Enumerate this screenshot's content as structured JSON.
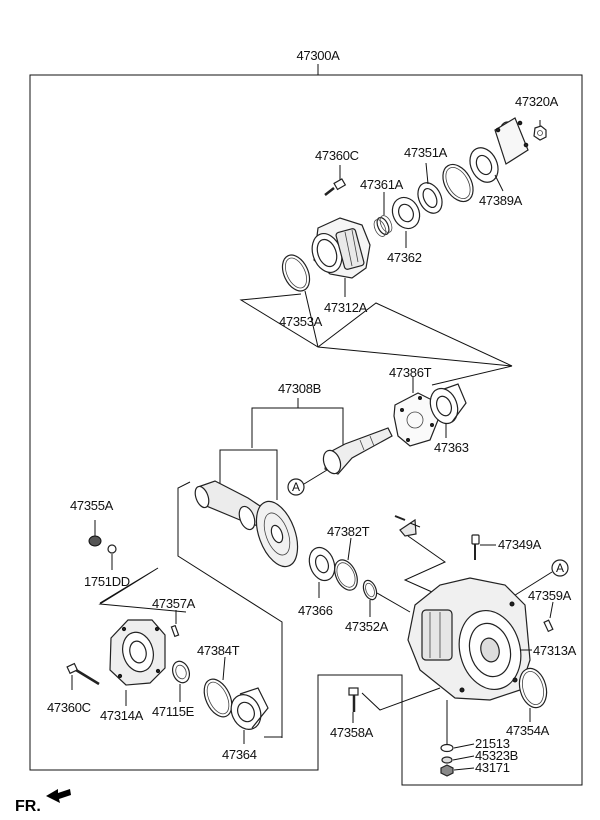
{
  "assembly": "47300A",
  "labels": {
    "p47320A": "47320A",
    "p47360C_top": "47360C",
    "p47351A": "47351A",
    "p47361A": "47361A",
    "p47389A": "47389A",
    "p47362": "47362",
    "p47312A": "47312A",
    "p47353A": "47353A",
    "p47308B": "47308B",
    "p47386T": "47386T",
    "p47363": "47363",
    "p47355A": "47355A",
    "p47382T": "47382T",
    "p47349A": "47349A",
    "p1751DD": "1751DD",
    "p47357A": "47357A",
    "p47359A": "47359A",
    "p47366": "47366",
    "p47352A": "47352A",
    "p47313A": "47313A",
    "p47384T": "47384T",
    "p47360C_bottom": "47360C",
    "p47314A": "47314A",
    "p47115E": "47115E",
    "p47354A": "47354A",
    "p47358A": "47358A",
    "p47364": "47364",
    "p21513": "21513",
    "p45323B": "45323B",
    "p43171": "43171"
  },
  "callouts": {
    "a1": "A",
    "a2": "A"
  },
  "footer": {
    "direction": "FR."
  }
}
